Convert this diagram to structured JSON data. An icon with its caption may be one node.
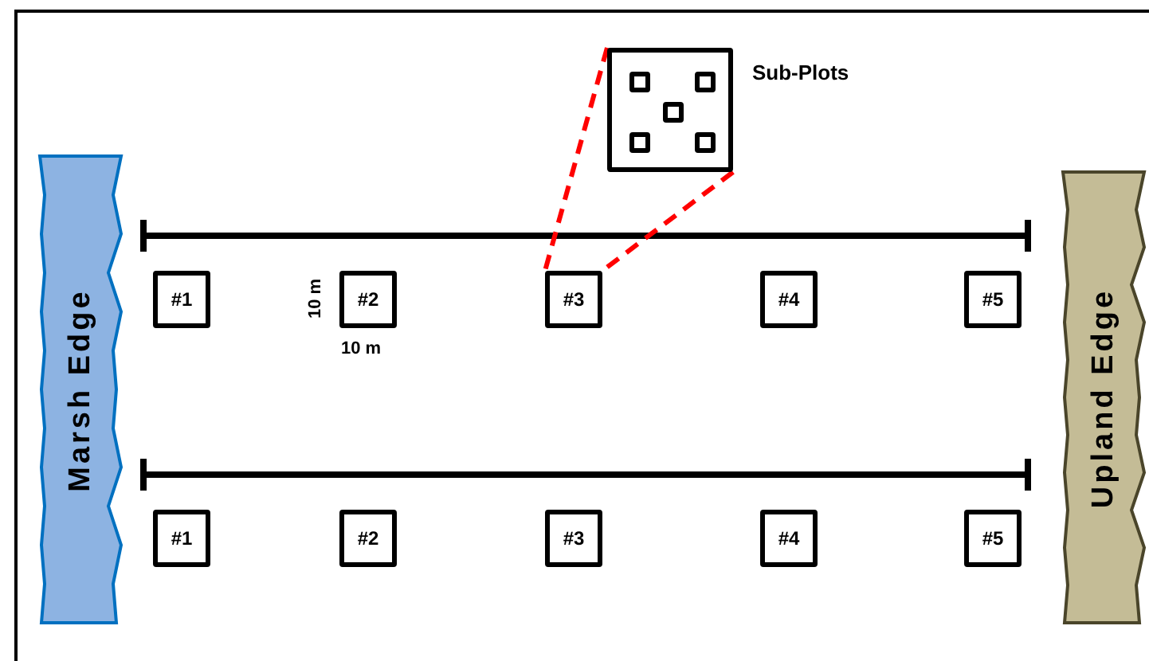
{
  "diagram": {
    "nodes": [
      {
        "text": [
          "Sub-Plots"
        ]
      },
      {
        "text": [],
        "shape": "box",
        "in": 0
      },
      {
        "text": [],
        "shape": "box",
        "in": 0
      },
      {
        "text": [],
        "shape": "box",
        "in": 0
      },
      {
        "text": [],
        "shape": "box",
        "in": 0
      },
      {
        "text": [],
        "shape": "box",
        "in": 0
      },
      {
        "text": [
          "Marsh Edge"
        ]
      },
      {
        "text": [
          "Upland Edge"
        ]
      },
      {
        "text": [
          "#1"
        ]
      },
      {
        "text": [
          "#2"
        ]
      },
      {
        "text": [
          "#3"
        ]
      },
      {
        "text": [
          "#4"
        ]
      },
      {
        "text": [
          "#5"
        ]
      },
      {
        "text": [
          "#1"
        ]
      },
      {
        "text": [
          "#2"
        ]
      },
      {
        "text": [
          "#3"
        ]
      },
      {
        "text": [
          "#4"
        ]
      },
      {
        "text": [
          "#5"
        ]
      }
    ],
    "edges": [
      {
        "from": 0,
        "to": 10,
        "arrow": "none",
        "style": "dashed",
        "color": "#ff0000"
      },
      {
        "from": 0,
        "to": 10,
        "arrow": "none",
        "style": "dashed",
        "color": "#ff0000"
      }
    ],
    "labels": [
      "10 m",
      "10 m"
    ]
  }
}
